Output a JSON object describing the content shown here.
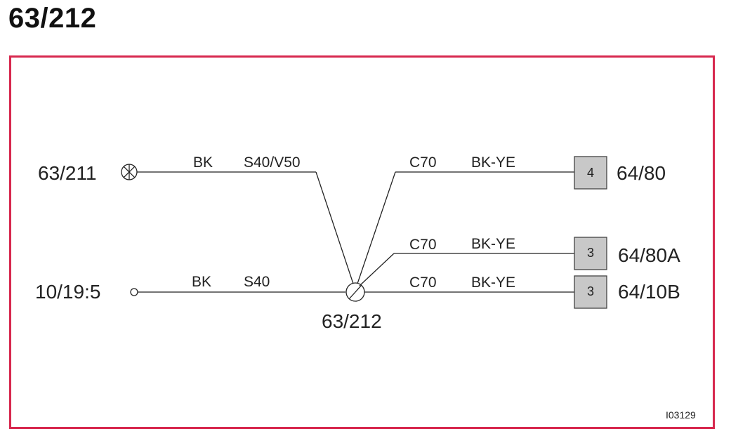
{
  "title": "63/212",
  "reference": "I03129",
  "components": {
    "left_top": "63/211",
    "left_bottom": "10/19:5",
    "splice": "63/212",
    "right_1": "64/80",
    "right_2": "64/80A",
    "right_3": "64/10B"
  },
  "wires": {
    "left_top": {
      "color": "BK",
      "variant": "S40/V50"
    },
    "left_bottom": {
      "color": "BK",
      "variant": "S40"
    },
    "right_1": {
      "color": "BK-YE",
      "variant": "C70"
    },
    "right_2": {
      "color": "BK-YE",
      "variant": "C70"
    },
    "right_3": {
      "color": "BK-YE",
      "variant": "C70"
    }
  },
  "pins": {
    "right_1": "4",
    "right_2": "3",
    "right_3": "3"
  },
  "colors": {
    "frame": "#d7284e",
    "connector_fill": "#c8c8c8"
  }
}
